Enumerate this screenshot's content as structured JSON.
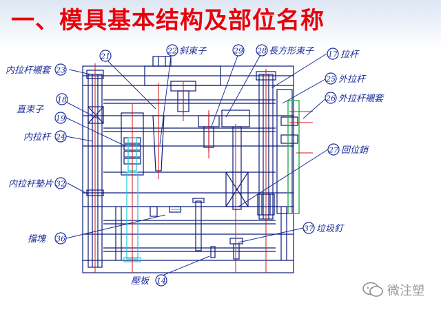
{
  "title": "一、模具基本结构及部位名称",
  "labels": {
    "l21": "21",
    "l22": "22",
    "t22": "斜束子",
    "l29": "29",
    "l28": "28",
    "t28": "長方形束子",
    "l17": "17",
    "t17": "拉杆",
    "t23": "内拉杆襯套",
    "l23": "23",
    "l25": "25",
    "t25": "外拉杆",
    "l26": "26",
    "t26": "外拉杆襯套",
    "l18": "18",
    "t_zs": "直束子",
    "l19": "19",
    "t24": "内拉杆",
    "l24": "24",
    "l27": "27",
    "t27": "回位銷",
    "t32": "内拉杆墊片",
    "l32": "32",
    "t36": "擋塊",
    "l36": "36",
    "l37": "37",
    "t37": "垃圾釘",
    "t14": "壓板",
    "l14": "14"
  },
  "watermark": {
    "text": "微注塑"
  },
  "colors": {
    "title": "#e8000b",
    "drawing": "#0a1a7a",
    "callout": "#1b2f9a",
    "center": "#d4141a",
    "cyan": "#1ac8e0",
    "green": "#22b04a"
  }
}
